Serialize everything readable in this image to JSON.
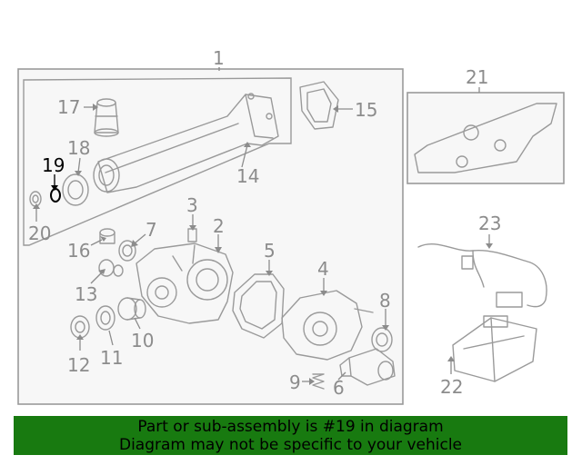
{
  "callouts": {
    "c1": "1",
    "c2": "2",
    "c3": "3",
    "c4": "4",
    "c5": "5",
    "c6": "6",
    "c7": "7",
    "c8": "8",
    "c9": "9",
    "c10": "10",
    "c11": "11",
    "c12": "12",
    "c13": "13",
    "c14": "14",
    "c15": "15",
    "c16": "16",
    "c17": "17",
    "c18": "18",
    "c19": "19",
    "c20": "20",
    "c21": "21",
    "c22": "22",
    "c23": "23"
  },
  "highlight": {
    "part": "19",
    "color": "#000000"
  },
  "colors": {
    "line": "#9a9a9a",
    "panel": "#f7f7f7",
    "banner": "#187a10"
  },
  "banner": {
    "line1": "Part or sub-assembly is #19 in diagram",
    "line2": "Diagram may not be specific to your vehicle"
  }
}
